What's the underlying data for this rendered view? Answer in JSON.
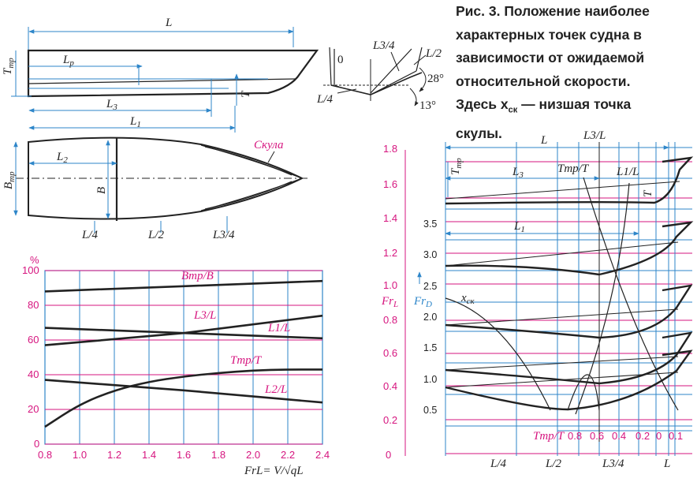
{
  "caption": {
    "lines": [
      "Рис. 3. Положение наиболее",
      "характерных точек судна в",
      "зависимости от ожидаемой",
      "относительной скорости.",
      "Здесь x",
      "ск",
      " — низшая точка",
      "скулы."
    ]
  },
  "hull_labels": {
    "L": "L",
    "Lp": "L",
    "Lp_sub": "р",
    "Ttr": "T",
    "Ttr_sub": "тр",
    "T": "T",
    "L3": "L",
    "L3_sub": "3",
    "L1": "L",
    "L1_sub": "1",
    "L2": "L",
    "L2_sub": "2",
    "Btr": "B",
    "Btr_sub": "тр",
    "B": "B",
    "skula": "Скула",
    "stations": [
      "L/4",
      "L/2",
      "L3/4"
    ]
  },
  "section_labels": {
    "zero": "0",
    "L34": "L3/4",
    "L2": "L/2",
    "L4": "L/4",
    "deg28": "28°",
    "deg13": "13°"
  },
  "chart_data": {
    "type": "line",
    "ylabel": "%",
    "xlabel": "FrL= V/√qL",
    "x_ticks": [
      "0.8",
      "1.0",
      "1.2",
      "1.4",
      "1.6",
      "1.8",
      "2.0",
      "2.2",
      "2.4"
    ],
    "y_ticks": [
      "100",
      "80",
      "60",
      "40",
      "20",
      "0"
    ],
    "xlim": [
      0.8,
      2.4
    ],
    "ylim": [
      0,
      100
    ],
    "grid": true,
    "series": [
      {
        "name": "Bтр/B",
        "x": [
          0.8,
          1.6,
          2.4
        ],
        "y": [
          88,
          91,
          94
        ]
      },
      {
        "name": "L3/L",
        "x": [
          0.8,
          1.6,
          2.4
        ],
        "y": [
          57,
          64,
          74
        ]
      },
      {
        "name": "L1/L",
        "x": [
          0.8,
          1.6,
          2.4
        ],
        "y": [
          67,
          64,
          61
        ]
      },
      {
        "name": "Tтр/T",
        "x": [
          0.8,
          1.0,
          1.2,
          1.4,
          1.6,
          1.8,
          2.0,
          2.2,
          2.4
        ],
        "y": [
          10,
          23,
          31,
          36,
          39,
          41,
          42.5,
          43,
          43
        ]
      },
      {
        "name": "L2/L",
        "x": [
          0.8,
          1.6,
          2.4
        ],
        "y": [
          37,
          31,
          24
        ]
      }
    ]
  },
  "right_panel": {
    "FrL_ticks": [
      "1.8",
      "1.6",
      "1.4",
      "1.2",
      "1.0",
      "0.8",
      "0.6",
      "0.4",
      "0.2",
      "0"
    ],
    "FrD_ticks": [
      "3.5",
      "3.0",
      "2.5",
      "2.0",
      "1.5",
      "1.0",
      "0.5"
    ],
    "FrL_label": "Fr",
    "FrL_sub": "L",
    "FrD_label": "Fr",
    "FrD_sub": "D",
    "xsk_label": "x",
    "xsk_sub": "ск",
    "L_label": "L",
    "L3L_label": "L3/L",
    "L3_label": "L",
    "L3_sub": "3",
    "L1_label": "L",
    "L1_sub": "1",
    "Ttr_label": "T",
    "Ttr_sub": "тр",
    "T_label": "T",
    "TtrT_label": "Tтр/T",
    "L1L_label": "L1/L",
    "TtrT_axis_label": "Tтр/T",
    "TtrT_ticks": [
      "0.8",
      "0.6",
      "0.4",
      "0.2",
      "0",
      "0.1"
    ],
    "stations": [
      "L/4",
      "L/2",
      "L3/4",
      "L"
    ]
  }
}
